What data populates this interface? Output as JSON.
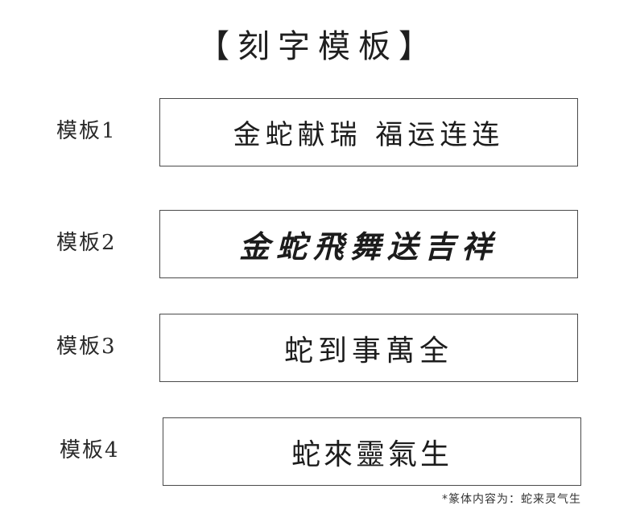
{
  "title": "【刻字模板】",
  "templates": [
    {
      "label": "模板1",
      "text": "金蛇献瑞  福运连连"
    },
    {
      "label": "模板2",
      "text": "金蛇飛舞送吉祥"
    },
    {
      "label": "模板3",
      "text": "蛇到事萬全"
    },
    {
      "label": "模板4",
      "text": "蛇來靈氣生"
    }
  ],
  "footnote": "*篆体内容为：蛇来灵气生"
}
